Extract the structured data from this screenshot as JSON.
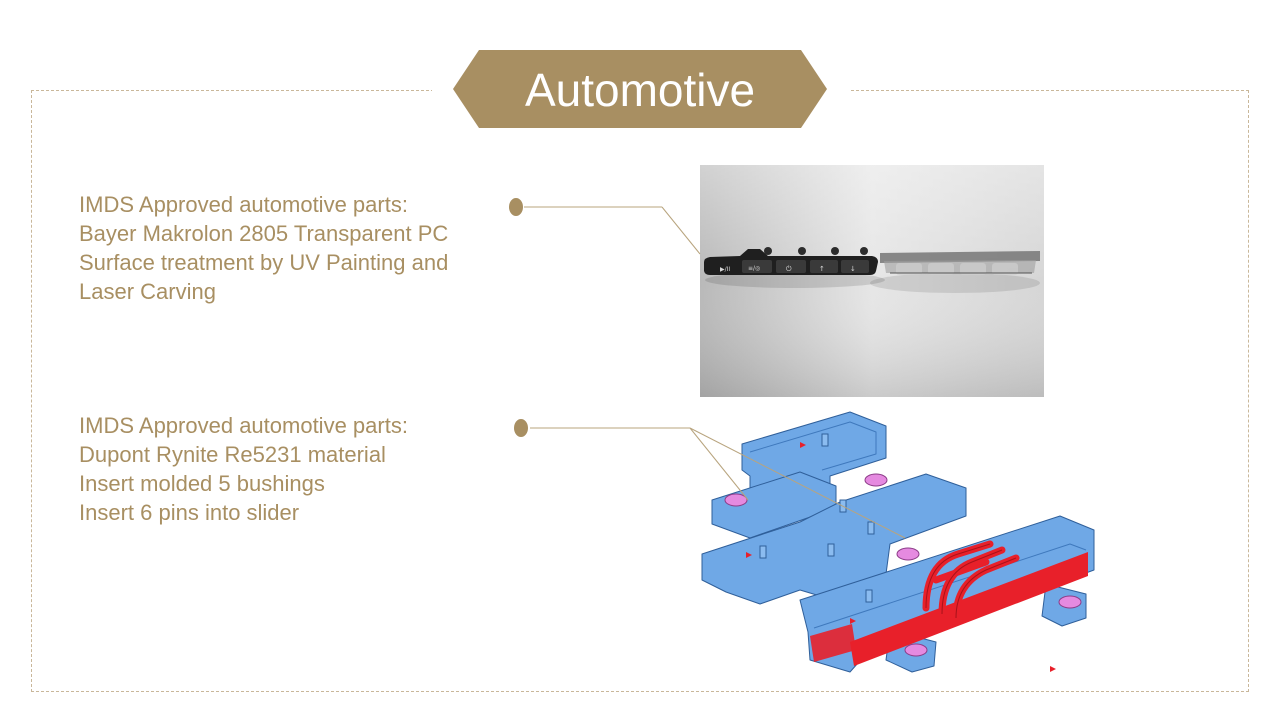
{
  "slide": {
    "title": "Automotive"
  },
  "items": [
    {
      "lines": [
        "IMDS Approved automotive parts:",
        "Bayer Makrolon 2805 Transparent PC",
        "Surface treatment by UV Painting and",
        "Laser Carving"
      ],
      "image": "keypad-button-strip-photo"
    },
    {
      "lines": [
        "IMDS Approved automotive parts:",
        "Dupont Rynite Re5231 material",
        "Insert molded 5 bushings",
        "Insert 6 pins into slider"
      ],
      "image": "insert-molded-housing-cad"
    }
  ],
  "colors": {
    "accent": "#a88f62",
    "frame": "#c9b79a",
    "part_blue": "#6fa8e6",
    "part_red": "#e8202a",
    "bushing": "#e58ae0"
  }
}
